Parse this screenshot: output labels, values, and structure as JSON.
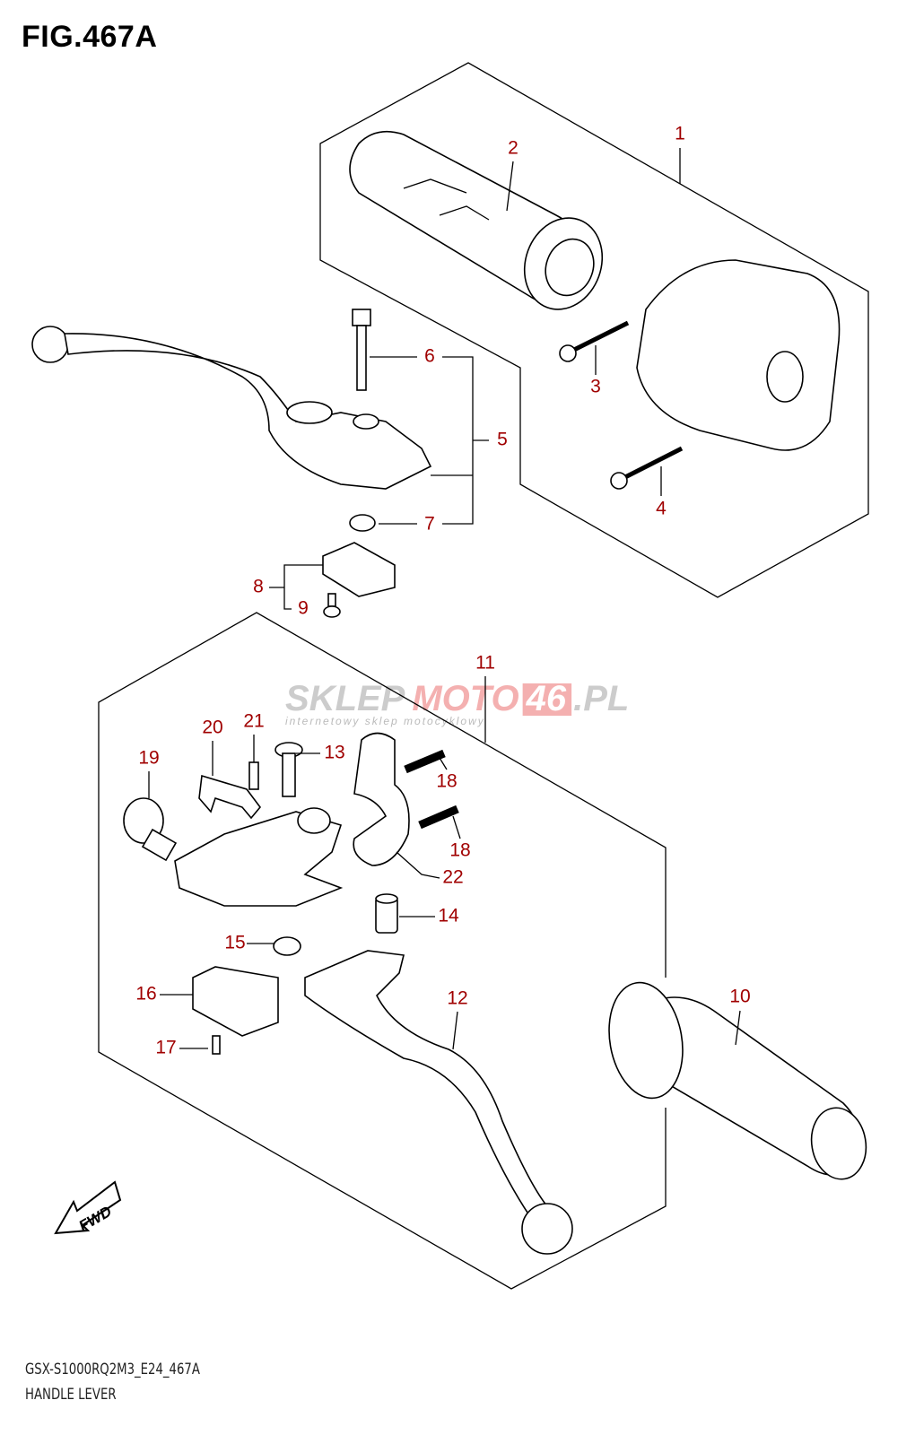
{
  "title": "FIG.467A",
  "footer": {
    "code": "GSX-S1000RQ2M3_E24_467A",
    "name": "HANDLE LEVER"
  },
  "watermark": {
    "brand_a": "SKLEP",
    "brand_b": "MOTO",
    "brand_c": "46",
    "brand_d": ".PL",
    "tagline": "internetowy sklep motocyklowy"
  },
  "fwd_label": "FWD",
  "callouts": [
    "1",
    "2",
    "3",
    "4",
    "5",
    "6",
    "7",
    "8",
    "9",
    "10",
    "11",
    "12",
    "13",
    "14",
    "15",
    "16",
    "17",
    "18",
    "18",
    "19",
    "20",
    "21",
    "22"
  ],
  "colors": {
    "callout": "#a00000",
    "line": "#000000"
  }
}
